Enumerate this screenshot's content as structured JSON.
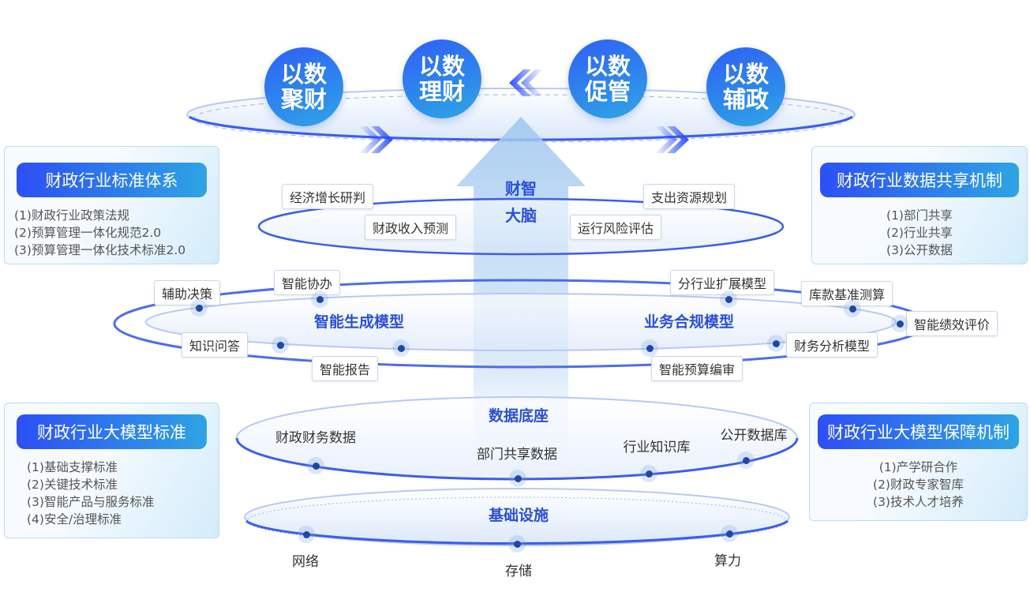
{
  "top_goals": [
    {
      "l1": "以数",
      "l2": "聚财"
    },
    {
      "l1": "以数",
      "l2": "理财"
    },
    {
      "l1": "以数",
      "l2": "促管"
    },
    {
      "l1": "以数",
      "l2": "辅政"
    }
  ],
  "brain": {
    "l1": "财智",
    "l2": "大脑",
    "tags": [
      "经济增长研判",
      "财政收入预测",
      "支出资源规划",
      "运行风险评估"
    ]
  },
  "models": {
    "left_title": "智能生成模型",
    "right_title": "业务合规模型",
    "tags": [
      "辅助决策",
      "智能协办",
      "知识问答",
      "智能报告",
      "分行业扩展模型",
      "库款基准测算",
      "智能绩效评价",
      "财务分析模型",
      "智能预算编审"
    ]
  },
  "data_base": {
    "title": "数据底座",
    "items": [
      "财政财务数据",
      "部门共享数据",
      "行业知识库",
      "公开数据库"
    ]
  },
  "infra": {
    "title": "基础设施",
    "items": [
      "网络",
      "存储",
      "算力"
    ]
  },
  "boxes": {
    "standards": {
      "title": "财政行业标准体系",
      "items": [
        "(1)财政行业政策法规",
        "(2)预算管理一体化规范2.0",
        "(3)预算管理一体化技术标准2.0"
      ]
    },
    "sharing": {
      "title": "财政行业数据共享机制",
      "items": [
        "(1)部门共享",
        "(2)行业共享",
        "(3)公开数据"
      ]
    },
    "model_standards": {
      "title": "财政行业大模型标准",
      "items": [
        "(1)基础支撑标准",
        "(2)关键技术标准",
        "(3)智能产品与服务标准",
        "(4)安全/治理标准"
      ]
    },
    "guarantee": {
      "title": "财政行业大模型保障机制",
      "items": [
        "(1)产学研合作",
        "(2)财政专家智库",
        "(3)技术人才培养"
      ]
    }
  },
  "colors": {
    "primary": "#2d4ff5",
    "accent": "#2ea4e4",
    "title": "#2a4fd8"
  }
}
